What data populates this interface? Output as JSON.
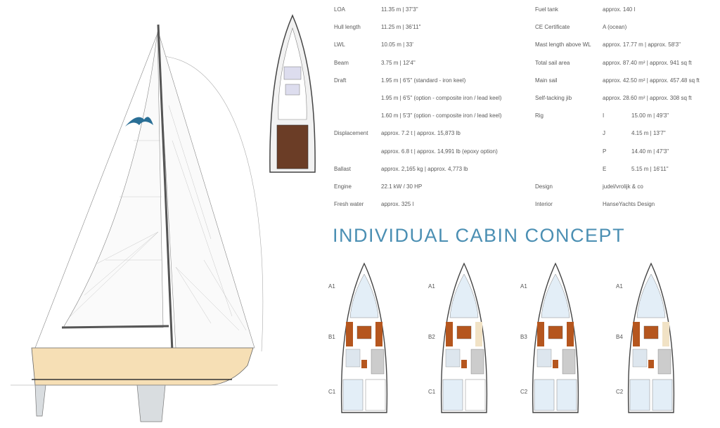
{
  "specs_left": [
    {
      "label": "LOA",
      "value": "11.35 m | 37'3\""
    },
    {
      "label": "Hull length",
      "value": "11.25 m | 36'11\""
    },
    {
      "label": "LWL",
      "value": "10.05 m | 33'"
    },
    {
      "label": "Beam",
      "value": "3.75 m | 12'4\""
    },
    {
      "label": "Draft",
      "value": "1.95 m | 6'5\" (standard - iron keel)"
    },
    {
      "label": "",
      "value": "1.95 m | 6'5\" (option - composite iron / lead keel)"
    },
    {
      "label": "",
      "value": "1.60 m | 5'3\" (option - composite iron / lead keel)"
    },
    {
      "label": "Displacement",
      "value": "approx. 7.2 t | approx. 15,873 lb"
    },
    {
      "label": "",
      "value": "approx. 6.8 t | approx. 14,991 lb (epoxy option)"
    },
    {
      "label": "Ballast",
      "value": "approx. 2,165 kg | approx. 4,773 lb"
    },
    {
      "label": "Engine",
      "value": "22.1 kW / 30 HP"
    },
    {
      "label": "Fresh water",
      "value": "approx. 325 l"
    }
  ],
  "specs_right": [
    {
      "label": "Fuel tank",
      "value": "approx. 140 l",
      "sub": ""
    },
    {
      "label": "CE Certificate",
      "value": "A (ocean)",
      "sub": ""
    },
    {
      "label": "Mast length above WL",
      "value": "approx. 17.77 m | approx. 58'3\"",
      "sub": ""
    },
    {
      "label": "Total sail area",
      "value": "approx. 87.40 m² | approx. 941 sq ft",
      "sub": ""
    },
    {
      "label": "Main sail",
      "value": "approx. 42.50 m² | approx. 457.48 sq ft",
      "sub": ""
    },
    {
      "label": "Self-tacking jib",
      "value": "approx. 28.60 m² | approx. 308 sq ft",
      "sub": ""
    },
    {
      "label": "Rig",
      "sub": "I",
      "value": "15.00 m | 49'3\""
    },
    {
      "label": "",
      "sub": "J",
      "value": "4.15 m | 13'7\""
    },
    {
      "label": "",
      "sub": "P",
      "value": "14.40 m | 47'3\""
    },
    {
      "label": "",
      "sub": "E",
      "value": "5.15 m | 16'11\""
    },
    {
      "label": "Design",
      "value": "judel/vrolijk & co",
      "sub": ""
    },
    {
      "label": "Interior",
      "value": "HanseYachts Design",
      "sub": ""
    }
  ],
  "section_title": "INDIVIDUAL CABIN CONCEPT",
  "layouts": [
    {
      "fwd": "A1",
      "mid": "B1",
      "aft": "C1"
    },
    {
      "fwd": "A1",
      "mid": "B2",
      "aft": "C1"
    },
    {
      "fwd": "A1",
      "mid": "B3",
      "aft": "C2"
    },
    {
      "fwd": "A1",
      "mid": "B4",
      "aft": "C2"
    }
  ],
  "colors": {
    "title": "#4b8fb3",
    "hull": "#f6dfb5",
    "wood": "#b5561e",
    "logo": "#2a6f96"
  }
}
